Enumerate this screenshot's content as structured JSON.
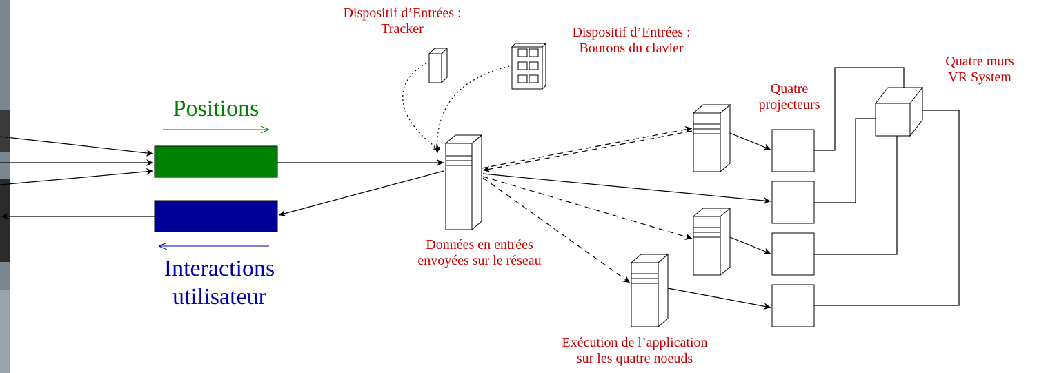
{
  "colors": {
    "label_red": "#cc0000",
    "positions_green": "#008000",
    "interactions_blue": "#0000aa",
    "green_bar": "#008000",
    "blue_bar": "#000099",
    "line": "#000000"
  },
  "icons": {
    "tracker": "tracker-device-icon",
    "keyboard": "keypad-device-icon",
    "server": "server-tower-icon",
    "projector": "projector-box-icon",
    "cave": "cave-cube-icon"
  },
  "labels": {
    "tracker_device": [
      "Dispositif d’Entrées :",
      "Tracker"
    ],
    "keyboard_device": [
      "Dispositif d’Entrées :",
      "Boutons du clavier"
    ],
    "positions": "Positions",
    "interactions": [
      "Interactions",
      "utilisateur"
    ],
    "network_data": [
      "Données en entrées",
      "envoyées sur le réseau"
    ],
    "projectors": [
      "Quatre",
      "projecteurs"
    ],
    "vr_walls": [
      "Quatre murs",
      "VR System"
    ],
    "execution": [
      "Exécution de l’application",
      "sur les quatre noeuds"
    ]
  }
}
